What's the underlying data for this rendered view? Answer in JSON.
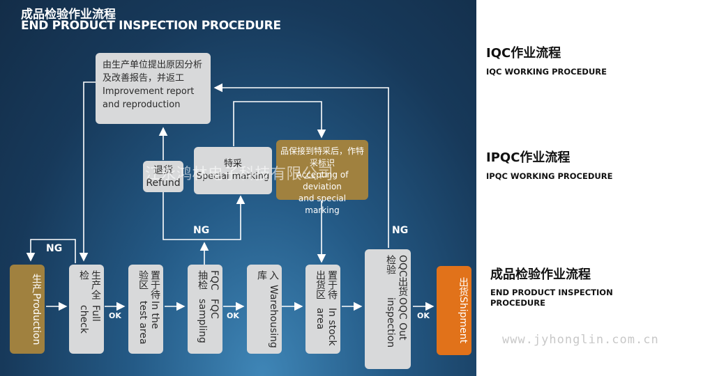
{
  "diagram": {
    "title_cn": "成品检验作业流程",
    "title_en": "END PRODUCT INSPECTION PROCEDURE",
    "improvement": {
      "cn_line1": "由生产单位提出原因分析",
      "cn_line2": "及改善报告，并返工",
      "en_line1": "Improvement report",
      "en_line2": "and reproduction"
    },
    "refund": {
      "cn": "退货",
      "en": "Refund"
    },
    "special": {
      "cn": "特采",
      "en": "Special marking"
    },
    "accepting": {
      "cn": "品保接到特采后，作特采标识",
      "en_line1": "Accepting of deviation",
      "en_line2": "and special marking"
    },
    "steps": {
      "production": {
        "cn": "生产",
        "en": "Production"
      },
      "full_check": {
        "cn": "生产全检",
        "en": "Full check"
      },
      "test_area": {
        "cn": "置于待验区",
        "en": "In the test area"
      },
      "fqc": {
        "cn": "FQC抽检",
        "en": "FQC sampling"
      },
      "warehousing": {
        "cn": "入库",
        "en": "Warehousing"
      },
      "stock_area": {
        "cn": "置于待出货区",
        "en": "In stock area"
      },
      "oqc": {
        "cn": "OQC出货检验",
        "en": "OQC Out inspection"
      },
      "shipment": {
        "cn": "出货",
        "en": "Shipment"
      }
    },
    "labels": {
      "ng": "NG",
      "ok": "OK"
    },
    "watermark": "江永鸿林电子科技有限公司"
  },
  "sidebar": {
    "iqc_cn": "IQC作业流程",
    "iqc_en": "IQC WORKING  PROCEDURE",
    "ipqc_cn": "IPQC作业流程",
    "ipqc_en": "IPQC WORKING  PROCEDURE",
    "end_cn": "成品检验作业流程",
    "end_en_line1": "END PRODUCT INSPECTION",
    "end_en_line2": "PROCEDURE",
    "url": "www.jyhonglin.com.cn"
  }
}
